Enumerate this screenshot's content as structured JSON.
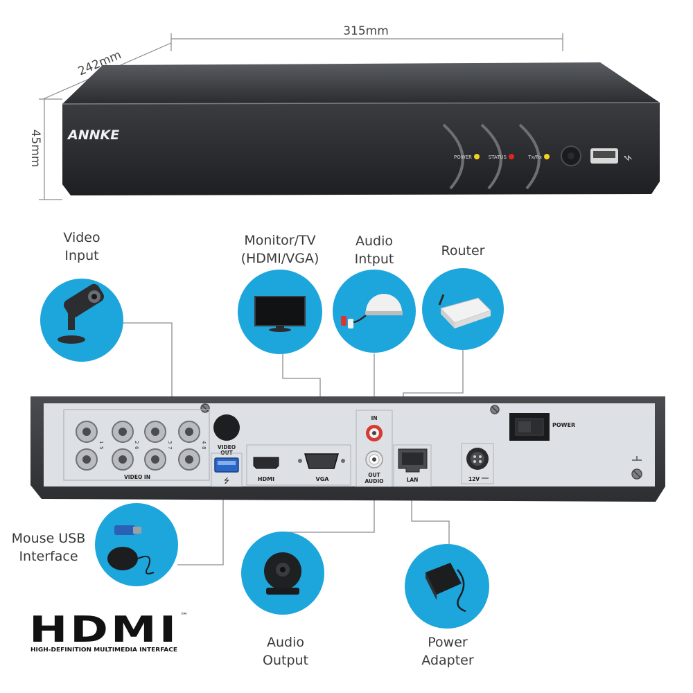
{
  "dimensions": {
    "width": "315mm",
    "depth": "242mm",
    "height": "45mm"
  },
  "front_panel": {
    "brand": "ANNKE",
    "indicators": [
      {
        "label": "POWER",
        "color": "#f2d21e"
      },
      {
        "label": "STATUS",
        "color": "#e0261c"
      },
      {
        "label": "Tx/Rx",
        "color": "#f2d21e"
      }
    ]
  },
  "rear_panel": {
    "video_in": "VIDEO IN",
    "channel_labels": [
      "1",
      "2",
      "3",
      "4",
      "5",
      "6",
      "7",
      "8"
    ],
    "video_out": [
      "VIDEO",
      "OUT"
    ],
    "hdmi": "HDMI",
    "vga": "VGA",
    "audio_in": "IN",
    "audio_out": [
      "OUT",
      "AUDIO"
    ],
    "lan": "LAN",
    "power_in": "12V",
    "power_switch": "POWER"
  },
  "connections": [
    {
      "id": "video-input",
      "lines": [
        "Video",
        "Input"
      ]
    },
    {
      "id": "monitor",
      "lines": [
        "Monitor/TV",
        "(HDMI/VGA)"
      ]
    },
    {
      "id": "audio-input",
      "lines": [
        "Audio",
        "Intput"
      ]
    },
    {
      "id": "router",
      "lines": [
        "Router"
      ]
    },
    {
      "id": "mouse-usb",
      "lines": [
        "Mouse USB",
        "Interface"
      ]
    },
    {
      "id": "audio-output",
      "lines": [
        "Audio",
        "Output"
      ]
    },
    {
      "id": "power-adapter",
      "lines": [
        "Power",
        "Adapter"
      ]
    }
  ],
  "hdmi_logo": {
    "mark": "HDMI",
    "tm": "™",
    "tagline": "HIGH-DEFINITION MULTIMEDIA INTERFACE"
  },
  "colors": {
    "circle": "#1da6dc",
    "device": "#2e3033",
    "panel": "#dde0e4",
    "leader": "#8c8c8c"
  }
}
